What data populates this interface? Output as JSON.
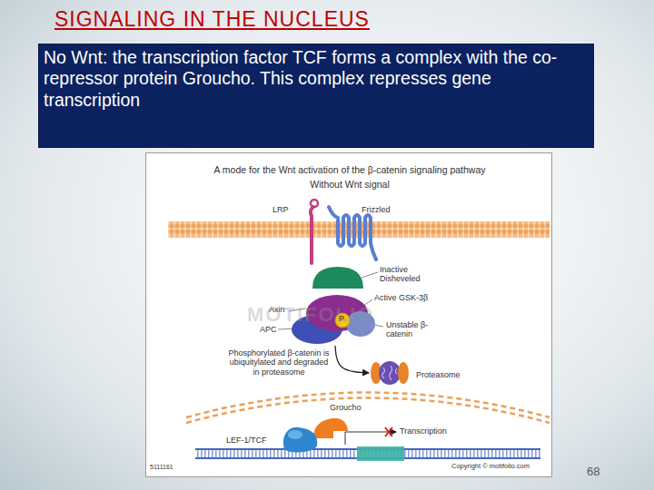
{
  "diagram": {
    "title": "SIGNALING IN THE NUCLEUS",
    "nodes": [
      {
        "text": [
          "No Wnt: the transcription factor TCF forms a complex with the co-repressor protein Groucho. This complex represses gene transcription"
        ]
      },
      {
        "text": [
          "A mode for the Wnt activation of the β-catenin signaling pathway",
          "Without Wnt signal"
        ]
      },
      {
        "text": [
          "Unstable β-catenin"
        ],
        "in": 1
      },
      {
        "text": [
          "Proteasome"
        ],
        "in": 1
      },
      {
        "text": [
          "Groucho"
        ],
        "in": 1
      },
      {
        "text": [
          "LEF-1/TCF"
        ],
        "in": 1
      }
    ],
    "edges": [
      {
        "from": 2,
        "to": 3,
        "arrow": "to"
      }
    ],
    "labels": [
      "LRP",
      "Frizzled",
      "Inactive Disheveled",
      "Active GSK-3β",
      "Axin",
      "APC",
      "P",
      "Phosphorylated β-catenin is ubiquitylated and degraded in proteasome",
      "Transcription",
      "5111161",
      "Copyright © motifolio.com",
      "MOTIFOLIO",
      "68"
    ]
  }
}
